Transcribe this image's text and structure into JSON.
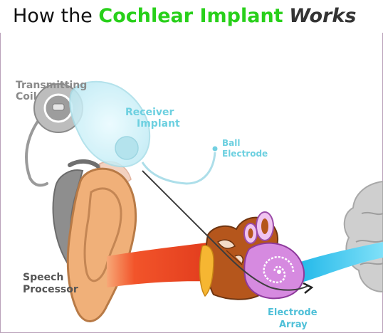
{
  "title": {
    "prefix": "How the",
    "highlight": "Cochlear Implant",
    "suffix": "Works"
  },
  "labels": {
    "transmitting_coil": [
      "Transmitting",
      "Coil"
    ],
    "receiver_implant": [
      "Receiver",
      "Implant"
    ],
    "ball_electrode": [
      "Ball",
      "Electrode"
    ],
    "speech_processor": [
      "Speech",
      "Processor"
    ],
    "electrode_array": [
      "Electrode",
      "Array"
    ]
  },
  "colors": {
    "title_accent": "#28d01a",
    "label_gray": "#8a8a8a",
    "label_cyan": "#5ac8dc",
    "skin": "#f0b079",
    "ear_canal": "#f2542a",
    "cochlea": "#d68ae0",
    "nerve": "#2cc8f2",
    "brain": "#c8c8c8",
    "device_gray": "#8f8f8f"
  }
}
